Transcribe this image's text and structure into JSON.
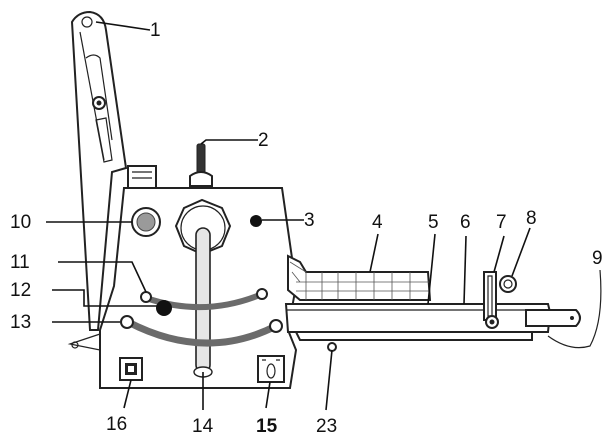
{
  "callouts": [
    {
      "id": "1",
      "text": "1"
    },
    {
      "id": "2",
      "text": "2"
    },
    {
      "id": "3",
      "text": "3"
    },
    {
      "id": "4",
      "text": "4"
    },
    {
      "id": "5",
      "text": "5"
    },
    {
      "id": "6",
      "text": "6"
    },
    {
      "id": "7",
      "text": "7"
    },
    {
      "id": "8",
      "text": "8"
    },
    {
      "id": "9",
      "text": "9"
    },
    {
      "id": "10",
      "text": "10"
    },
    {
      "id": "11",
      "text": "11"
    },
    {
      "id": "12",
      "text": "12"
    },
    {
      "id": "13",
      "text": "13"
    },
    {
      "id": "14",
      "text": "14"
    },
    {
      "id": "15",
      "text": "15"
    },
    {
      "id": "16",
      "text": "16"
    },
    {
      "id": "23",
      "text": "23"
    }
  ],
  "colors": {
    "outline": "#222222",
    "dark_marker": "#111111",
    "gray_knob": "#9a9a9a",
    "strap_gray": "#6b6b6b"
  }
}
